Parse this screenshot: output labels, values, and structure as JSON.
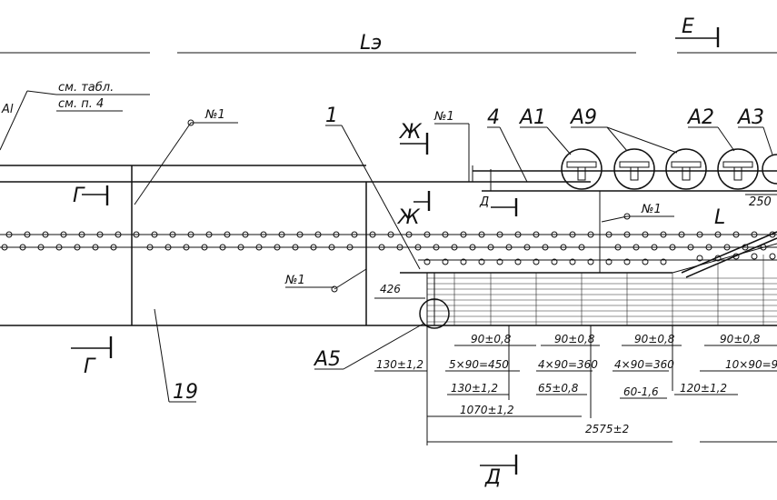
{
  "drawing": {
    "labels": {
      "length": "Lэ",
      "note_line1": "см. табл.",
      "note_line2": "см. п. 4",
      "E_section": "Е",
      "zh_top": "Ж",
      "zh_mid": "Ж",
      "g_mid": "Г",
      "g_bottom": "Г",
      "d_mid": "Д",
      "d_bottom": "Д",
      "item_1": "1",
      "item_4": "4",
      "item_19": "19",
      "no1_a": "№1",
      "no1_b": "№1",
      "no1_c": "№1",
      "no1_d": "№1",
      "A1": "А1",
      "A9": "А9",
      "A2": "А2",
      "A3": "А3",
      "A5": "А5",
      "dim_250": "250",
      "dim_426": "426"
    },
    "dimensions": {
      "d1": "90±0,8",
      "d2": "90±0,8",
      "d3": "90±0,8",
      "d4": "90±0,8",
      "d5": "130±1,2",
      "d6": "5×90=450",
      "d7": "4×90=360",
      "d8": "4×90=360",
      "d9": "10×90=9",
      "d10": "130±1,2",
      "d11": "65±0,8",
      "d12": "60-1,6",
      "d13": "120±1,2",
      "d14": "1070±1,2",
      "d15": "2575±2"
    }
  }
}
